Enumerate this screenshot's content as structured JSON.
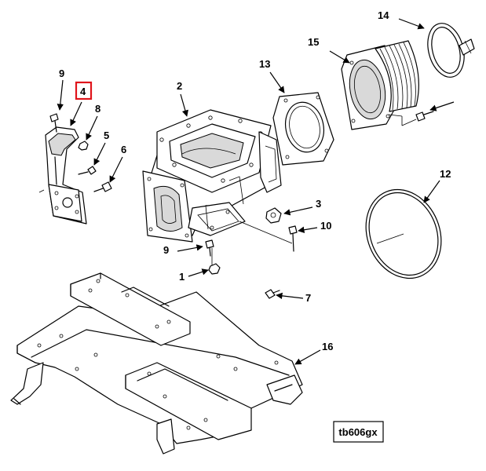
{
  "diagram_id": "tb606gx",
  "highlight_color": "#e0141b",
  "callouts": {
    "c1": "1",
    "c2": "2",
    "c3": "3",
    "c4": "4",
    "c5": "5",
    "c6": "6",
    "c7": "7",
    "c8": "8",
    "c9_top": "9",
    "c9_mid": "9",
    "c10": "10",
    "c12": "12",
    "c13": "13",
    "c14": "14",
    "c15": "15",
    "c16": "16"
  },
  "highlighted_callout": "4"
}
